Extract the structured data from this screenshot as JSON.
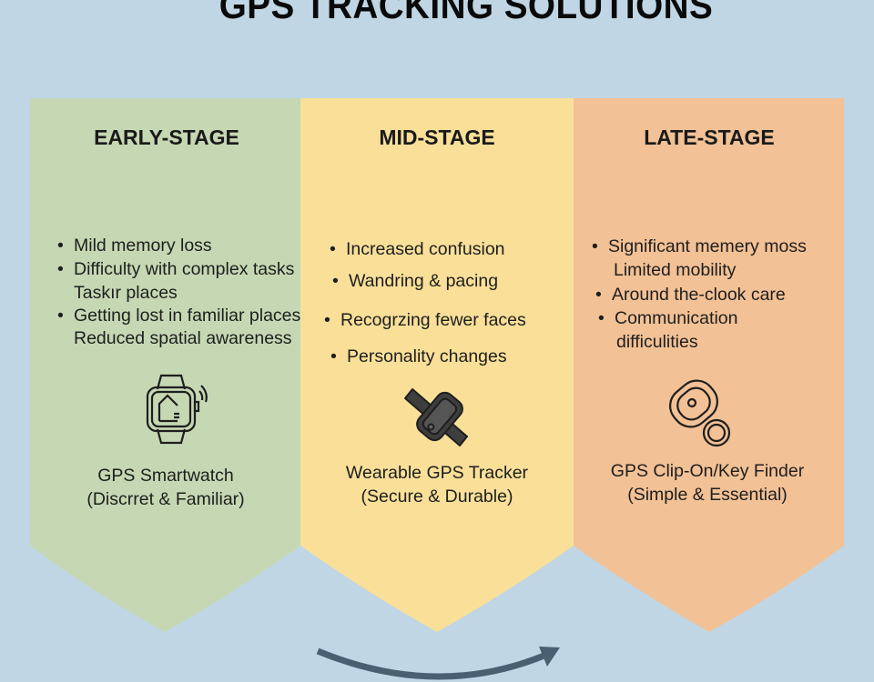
{
  "title": "GPS TRACKING SOLUTIONS",
  "colors": {
    "background": "#c0d6e4",
    "early": "#c5d8b3",
    "mid": "#f9df98",
    "late": "#f2c195",
    "arrow": "#4a5f70"
  },
  "stages": [
    {
      "heading": "EARLY-STAGE",
      "lines": [
        "Mild memory loss",
        "Difficulty with complex tasks",
        "Taskır places",
        "Getting lost in familiar places",
        "Reduced spatial awareness"
      ],
      "device": "GPS Smartwatch",
      "device_note": "(Discrret & Familiar)",
      "icon": "smartwatch-icon"
    },
    {
      "heading": "MID-STAGE",
      "lines": [
        "Increased confusion",
        "Wandring & pacing",
        "Recogrzing fewer faces",
        "Personality changes"
      ],
      "device": "Wearable GPS Tracker",
      "device_note": "(Secure & Durable)",
      "icon": "wearable-tracker-icon"
    },
    {
      "heading": "LATE-STAGE",
      "lines": [
        "Significant memery moss",
        "Limited mobility",
        "Around the-clook care",
        "Communication",
        "difficulities"
      ],
      "device": "GPS Clip-On/Key Finder",
      "device_note": "(Simple & Essential)",
      "icon": "key-finder-icon"
    }
  ]
}
